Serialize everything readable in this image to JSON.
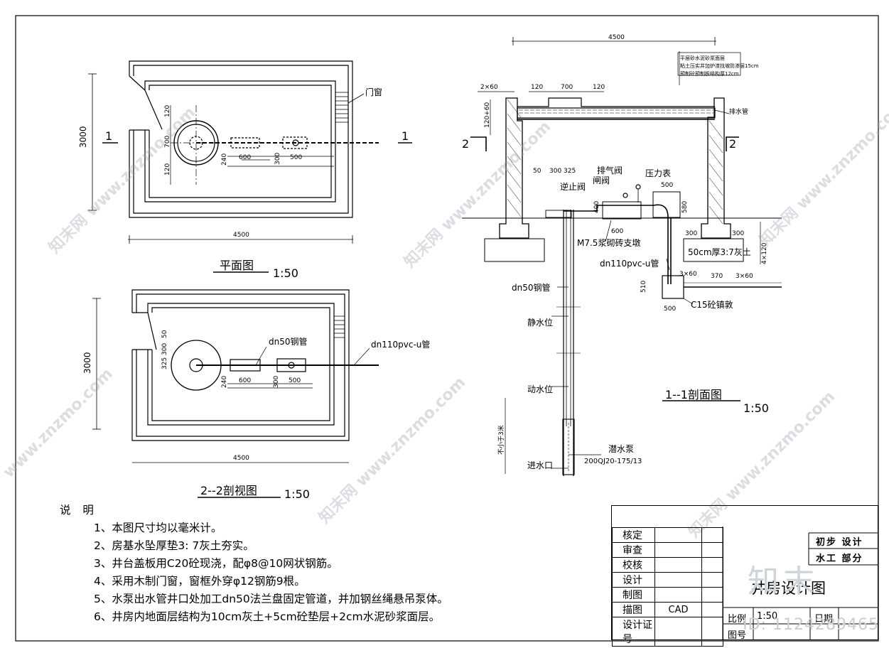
{
  "plan": {
    "title": "平面图",
    "scale": "1:50",
    "dim_length": "4500",
    "dim_width": "3000",
    "section_mark": "1",
    "door_window": "门窗",
    "d120a": "120",
    "d700": "700",
    "d120b": "120",
    "d240": "240",
    "d600": "600",
    "d300": "300",
    "d500": "500"
  },
  "section22": {
    "title": "2--2剖视图",
    "scale": "1:50",
    "dim_length": "4500",
    "dim_width": "3000",
    "steel_pipe": "dn50钢管",
    "pvc_pipe": "dn110pvc-u管",
    "d50": "50",
    "d300": "300",
    "d325": "325",
    "d240": "240",
    "d600": "600",
    "d300b": "300",
    "d500": "500"
  },
  "section11": {
    "title": "1--1剖面图",
    "scale": "1:50",
    "dim_total": "4500",
    "roof_note1": "平层砂水泥砂浆面层",
    "roof_note2": "粘土压实并加炉渣找坡防渗层15cm",
    "roof_note3": "预制砼预制板结构厚12cm",
    "d2x60": "2×60",
    "d120a": "120",
    "d700": "700",
    "d120b": "120",
    "d120_60": "120+60",
    "drain": "排水管",
    "sec_mark": "2",
    "d50": "50",
    "d300": "300",
    "d325": "325",
    "air_valve": "排气阀",
    "gate_valve": "闸阀",
    "pressure_gauge": "压力表",
    "check_valve": "逆止阀",
    "d500": "500",
    "d400": "400",
    "d580": "580",
    "d600": "600",
    "brick_support": "M7.5浆砌砖支墩",
    "d300c": "300",
    "d300d": "300",
    "lime_soil": "50cm厚3:7灰土",
    "d4x120": "4×120",
    "pvc_pipe": "dn110pvc-u管",
    "d3x60a": "3×60",
    "d370": "370",
    "d3x60b": "3×60",
    "steel_pipe": "dn50钢管",
    "d510": "510",
    "d500b": "500",
    "c15": "C15砼镇敦",
    "static_level": "静水位",
    "dynamic_level": "动水位",
    "min_depth": "不小于3米",
    "pump": "潜水泵",
    "pump_model": "200QJ20-175/13",
    "inlet": "进水口"
  },
  "notes": {
    "heading": "说 明",
    "items": [
      "1、本图尺寸均以毫米计。",
      "2、房基水坠厚垫3: 7灰土夯实。",
      "3、井台盖板用C20砼现浇，配φ8@10网状钢筋。",
      "4、采用木制门窗，窗框外穿φ12钢筋9根。",
      "5、水泵出水管井口处加工dn50法兰盘固定管道，并加钢丝绳悬吊泵体。",
      "6、井房内地面层结构为10cm灰土+5cm砼垫层+2cm水泥砂浆面层。"
    ]
  },
  "title_block": {
    "rows": [
      "核定",
      "审查",
      "校核",
      "设计",
      "制图",
      "描图",
      "设计证号"
    ],
    "draw_val": "CAD",
    "stage_label": "初步 设计",
    "dept_label": "水工 部分",
    "drawing_title": "井房设计图",
    "scale_label": "比例",
    "scale_val": "1:50",
    "date_label": "日期",
    "drawing_no": "图号"
  },
  "watermark": {
    "site": "www.znzmo.com",
    "brand": "知末网",
    "logo": "知末",
    "id_text": "ID: 1124289465"
  }
}
